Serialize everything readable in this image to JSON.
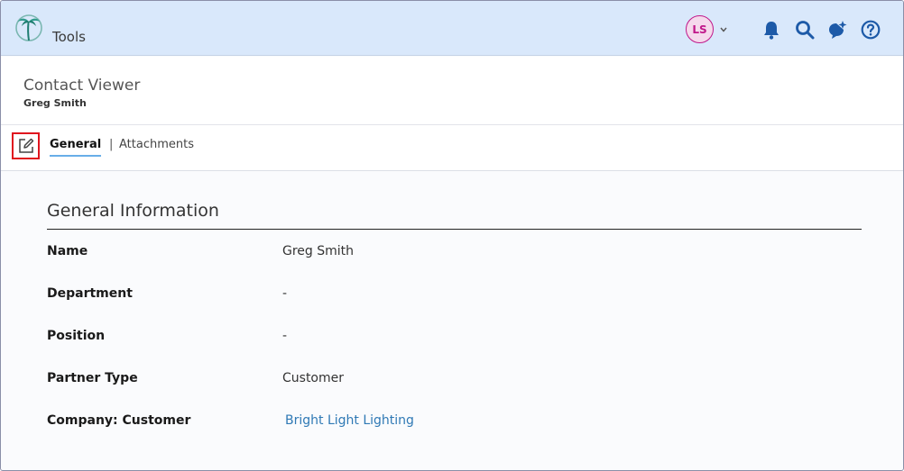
{
  "topbar": {
    "app_title": "Tools",
    "avatar_initials": "LS",
    "icons": [
      "palm-logo",
      "chevron-down-icon",
      "bell-icon",
      "search-icon",
      "ai-sparkle-icon",
      "help-icon"
    ]
  },
  "header": {
    "title": "Contact Viewer",
    "subtitle": "Greg Smith"
  },
  "tabs": {
    "items": [
      {
        "label": "General",
        "active": true
      },
      {
        "label": "Attachments",
        "active": false
      }
    ],
    "separator": "|"
  },
  "section": {
    "title": "General Information",
    "fields": [
      {
        "label": "Name",
        "value": "Greg Smith"
      },
      {
        "label": "Department",
        "value": "-"
      },
      {
        "label": "Position",
        "value": "-"
      },
      {
        "label": "Partner Type",
        "value": "Customer"
      },
      {
        "label": "Company: Customer",
        "value": "Bright Light Lighting",
        "link": true
      }
    ]
  },
  "colors": {
    "topbar_bg": "#d9e8fb",
    "avatar_accent": "#c0188a",
    "icon_blue": "#1d5aa8",
    "link": "#2f79b5",
    "tab_underline": "#68aee8",
    "edit_highlight": "#e0141e"
  }
}
